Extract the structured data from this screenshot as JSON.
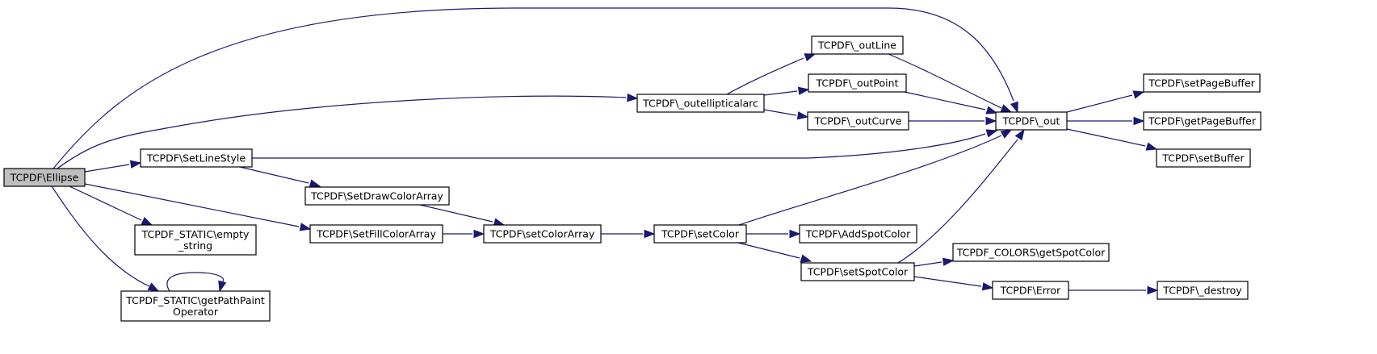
{
  "diagram": {
    "nodes": [
      {
        "id": "ellipse",
        "label": [
          "TCPDF\\Ellipse"
        ],
        "root": true
      },
      {
        "id": "outellipticalarc",
        "label": [
          "TCPDF\\_outellipticalarc"
        ]
      },
      {
        "id": "setlinestyle",
        "label": [
          "TCPDF\\SetLineStyle"
        ]
      },
      {
        "id": "empty_string",
        "label": [
          "TCPDF_STATIC\\empty",
          "_string"
        ]
      },
      {
        "id": "getpathpaint",
        "label": [
          "TCPDF_STATIC\\getPathPaint",
          "Operator"
        ]
      },
      {
        "id": "setdrawcolorarray",
        "label": [
          "TCPDF\\SetDrawColorArray"
        ]
      },
      {
        "id": "setfillcolorarray",
        "label": [
          "TCPDF\\SetFillColorArray"
        ]
      },
      {
        "id": "setcolorarray",
        "label": [
          "TCPDF\\setColorArray"
        ]
      },
      {
        "id": "setcolor",
        "label": [
          "TCPDF\\setColor"
        ]
      },
      {
        "id": "outline",
        "label": [
          "TCPDF\\_outLine"
        ]
      },
      {
        "id": "outpoint",
        "label": [
          "TCPDF\\_outPoint"
        ]
      },
      {
        "id": "outcurve",
        "label": [
          "TCPDF\\_outCurve"
        ]
      },
      {
        "id": "addspotcolor",
        "label": [
          "TCPDF\\AddSpotColor"
        ]
      },
      {
        "id": "setspotcolor",
        "label": [
          "TCPDF\\setSpotColor"
        ]
      },
      {
        "id": "out",
        "label": [
          "TCPDF\\_out"
        ]
      },
      {
        "id": "getspotcolor",
        "label": [
          "TCPDF_COLORS\\getSpotColor"
        ]
      },
      {
        "id": "error",
        "label": [
          "TCPDF\\Error"
        ]
      },
      {
        "id": "setpagebuffer",
        "label": [
          "TCPDF\\setPageBuffer"
        ]
      },
      {
        "id": "getpagebuffer",
        "label": [
          "TCPDF\\getPageBuffer"
        ]
      },
      {
        "id": "setbuffer",
        "label": [
          "TCPDF\\setBuffer"
        ]
      },
      {
        "id": "destroy",
        "label": [
          "TCPDF\\_destroy"
        ]
      }
    ],
    "edges": [
      {
        "from": "ellipse",
        "to": "out"
      },
      {
        "from": "ellipse",
        "to": "outellipticalarc"
      },
      {
        "from": "ellipse",
        "to": "setlinestyle"
      },
      {
        "from": "ellipse",
        "to": "setfillcolorarray"
      },
      {
        "from": "ellipse",
        "to": "empty_string"
      },
      {
        "from": "ellipse",
        "to": "getpathpaint"
      },
      {
        "from": "getpathpaint",
        "to": "getpathpaint"
      },
      {
        "from": "outellipticalarc",
        "to": "outline"
      },
      {
        "from": "outellipticalarc",
        "to": "outpoint"
      },
      {
        "from": "outellipticalarc",
        "to": "outcurve"
      },
      {
        "from": "outline",
        "to": "out"
      },
      {
        "from": "outpoint",
        "to": "out"
      },
      {
        "from": "outcurve",
        "to": "out"
      },
      {
        "from": "setlinestyle",
        "to": "out"
      },
      {
        "from": "setlinestyle",
        "to": "setdrawcolorarray"
      },
      {
        "from": "setdrawcolorarray",
        "to": "setcolorarray"
      },
      {
        "from": "setfillcolorarray",
        "to": "setcolorarray"
      },
      {
        "from": "setcolorarray",
        "to": "setcolor"
      },
      {
        "from": "setcolor",
        "to": "out"
      },
      {
        "from": "setcolor",
        "to": "addspotcolor"
      },
      {
        "from": "setcolor",
        "to": "setspotcolor"
      },
      {
        "from": "setspotcolor",
        "to": "out"
      },
      {
        "from": "setspotcolor",
        "to": "getspotcolor"
      },
      {
        "from": "setspotcolor",
        "to": "error"
      },
      {
        "from": "out",
        "to": "setpagebuffer"
      },
      {
        "from": "out",
        "to": "getpagebuffer"
      },
      {
        "from": "out",
        "to": "setbuffer"
      },
      {
        "from": "error",
        "to": "destroy"
      }
    ],
    "colors": {
      "edge": "#191970",
      "root_fill": "#bfbfbf",
      "node_fill": "#ffffff",
      "node_stroke": "#000000"
    }
  }
}
